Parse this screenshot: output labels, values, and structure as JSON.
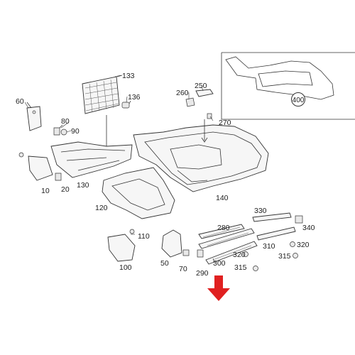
{
  "diagram": {
    "callouts": [
      {
        "id": "p60",
        "label": "60"
      },
      {
        "id": "p80",
        "label": "80"
      },
      {
        "id": "p90",
        "label": "90"
      },
      {
        "id": "p10",
        "label": "10"
      },
      {
        "id": "p20",
        "label": "20"
      },
      {
        "id": "p130",
        "label": "130"
      },
      {
        "id": "p133",
        "label": "133"
      },
      {
        "id": "p136",
        "label": "136"
      },
      {
        "id": "p260",
        "label": "260"
      },
      {
        "id": "p250",
        "label": "250"
      },
      {
        "id": "p270",
        "label": "270"
      },
      {
        "id": "p140",
        "label": "140"
      },
      {
        "id": "p120",
        "label": "120"
      },
      {
        "id": "p110",
        "label": "110"
      },
      {
        "id": "p100",
        "label": "100"
      },
      {
        "id": "p50",
        "label": "50"
      },
      {
        "id": "p70",
        "label": "70"
      },
      {
        "id": "p290",
        "label": "290"
      },
      {
        "id": "p300",
        "label": "300"
      },
      {
        "id": "p280",
        "label": "280"
      },
      {
        "id": "p330",
        "label": "330"
      },
      {
        "id": "p340",
        "label": "340"
      },
      {
        "id": "p310",
        "label": "310"
      },
      {
        "id": "p320a",
        "label": "320"
      },
      {
        "id": "p320b",
        "label": "320"
      },
      {
        "id": "p315a",
        "label": "315"
      },
      {
        "id": "p315b",
        "label": "315"
      }
    ],
    "inset_badge": "400",
    "highlight_arrow_color": "#e02020"
  }
}
